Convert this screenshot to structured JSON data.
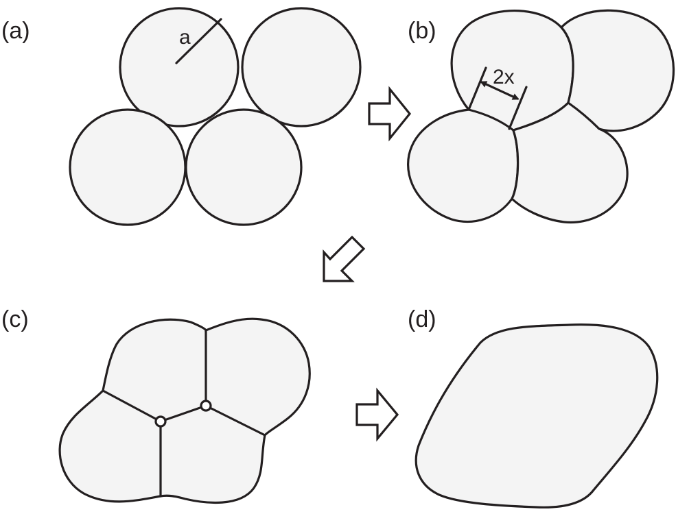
{
  "panels": {
    "a": {
      "label": "(a)",
      "radius_label": "a"
    },
    "b": {
      "label": "(b)",
      "neck_label": "2x"
    },
    "c": {
      "label": "(c)"
    },
    "d": {
      "label": "(d)"
    }
  },
  "colors": {
    "particle_fill": "#f4f4f4",
    "stroke": "#231f20",
    "background": "#ffffff"
  },
  "icons": {
    "arrow_a_to_b": "right-arrow",
    "arrow_b_to_c": "down-left-arrow",
    "arrow_c_to_d": "right-arrow"
  }
}
